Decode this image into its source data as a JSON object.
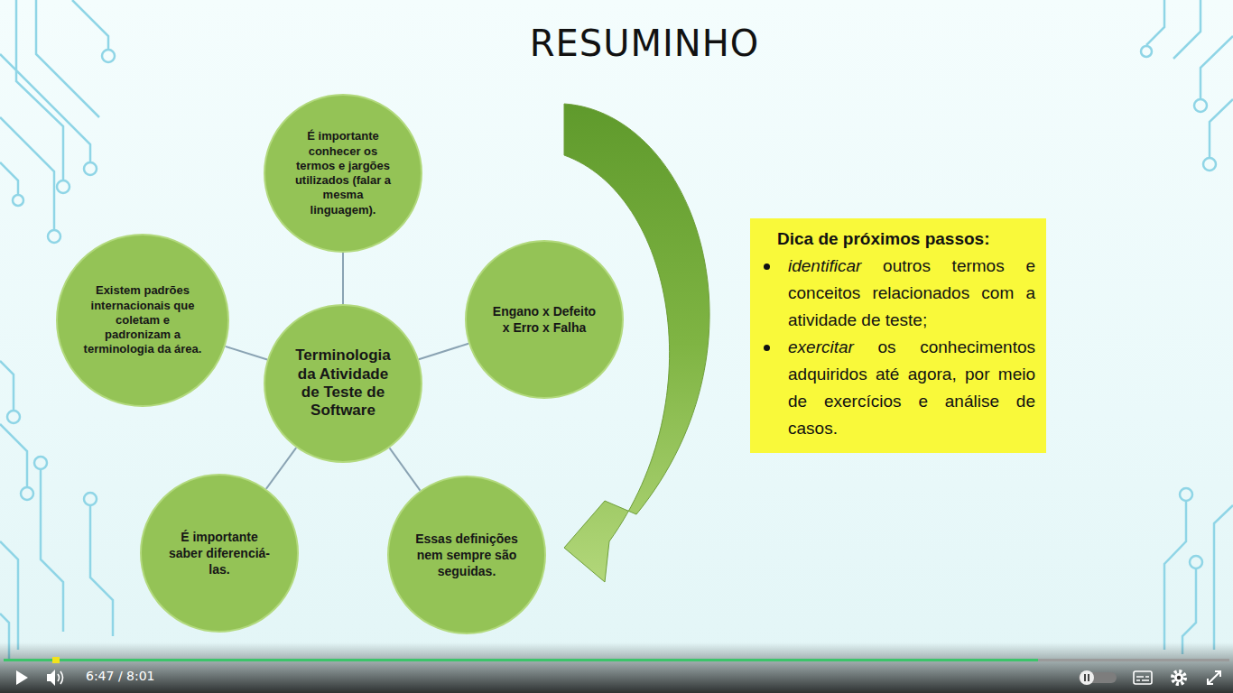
{
  "diagram": {
    "title": "RESUMINHO",
    "nodes": [
      {
        "text": [
          "Terminologia da Atividade de Teste de Software"
        ]
      },
      {
        "text": [
          "É importante conhecer os termos e jargões utilizados (falar a mesma linguagem)."
        ]
      },
      {
        "text": [
          "Engano x Defeito x Erro x Falha"
        ]
      },
      {
        "text": [
          "Essas definições nem sempre são seguidas."
        ]
      },
      {
        "text": [
          "É importante saber diferenciá-las."
        ]
      },
      {
        "text": [
          "Existem padrões internacionais que coletam e padronizam a terminologia da área."
        ]
      },
      {
        "text": [
          "Dica de próximos passos:",
          "identificar outros termos e conceitos relacionados com a atividade de teste;",
          "exercitar os conhecimentos adquiridos até agora, por meio de exercícios e análise de casos."
        ]
      }
    ],
    "edges": [
      {
        "from": 0,
        "to": 1,
        "arrow": "none"
      },
      {
        "from": 0,
        "to": 2,
        "arrow": "none"
      },
      {
        "from": 0,
        "to": 3,
        "arrow": "none"
      },
      {
        "from": 0,
        "to": 4,
        "arrow": "none"
      },
      {
        "from": 0,
        "to": 5,
        "arrow": "none"
      }
    ],
    "labels": [
      "6:47 / 8:01"
    ]
  }
}
